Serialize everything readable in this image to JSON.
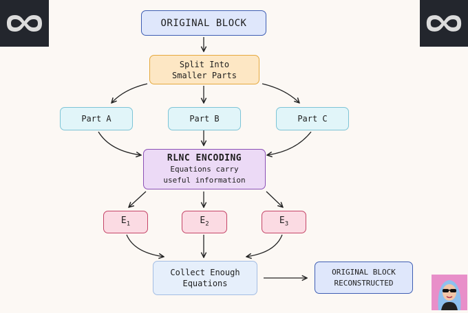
{
  "nodes": {
    "original": "ORIGINAL BLOCK",
    "split": "Split Into\nSmaller Parts",
    "part_a": "Part A",
    "part_b": "Part B",
    "part_c": "Part C",
    "encoding_title": "RLNC ENCODING",
    "encoding_sub": "Equations carry\nuseful information",
    "e1": {
      "base": "E",
      "sub": "1"
    },
    "e2": {
      "base": "E",
      "sub": "2"
    },
    "e3": {
      "base": "E",
      "sub": "3"
    },
    "collect": "Collect Enough\nEquations",
    "reconstructed": "ORIGINAL BLOCK\nRECONSTRUCTED"
  },
  "icons": {
    "logo_left": "infinity-logo-icon",
    "logo_right": "infinity-logo-icon",
    "avatar": "avatar-icon"
  },
  "colors": {
    "background": "#fcf8f4",
    "blue": "#3d5db3",
    "orange": "#e5a83c",
    "cyan": "#7cc4d6",
    "purple": "#8a4fb5",
    "red": "#c44467"
  }
}
